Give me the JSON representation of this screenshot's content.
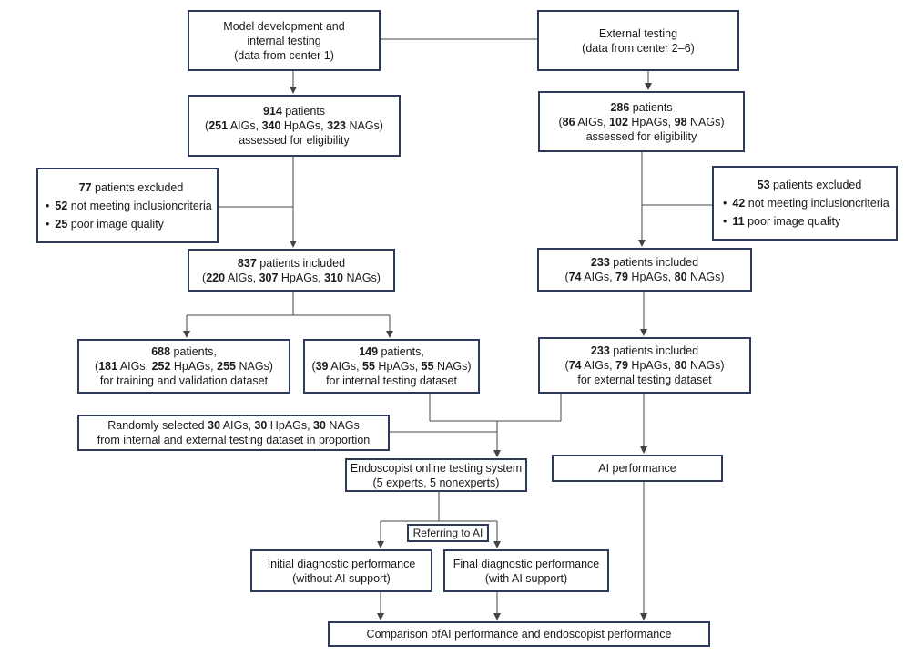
{
  "boxes": {
    "model_dev": {
      "l1": "Model development and",
      "l2": "internal testing",
      "l3": "(data from center 1)"
    },
    "external": {
      "l1": "External testing",
      "l2": "(data from center 2–6)"
    },
    "left_assessed": {
      "n": "914",
      "t1": " patients",
      "l2_a": "(",
      "aig": "251",
      "t2": " AIGs, ",
      "hp": "340",
      "t3": " HpAGs, ",
      "na": "323",
      "t4": " NAGs)",
      "l3": "assessed for eligibility"
    },
    "right_assessed": {
      "n": "286",
      "t1": " patients",
      "l2_a": "(",
      "aig": "86",
      "t2": " AIGs, ",
      "hp": "102",
      "t3": " HpAGs, ",
      "na": "98",
      "t4": " NAGs)",
      "l3": "assessed for eligibility"
    },
    "left_excluded": {
      "n": "77",
      "t1": " patients excluded",
      "b1n": "52",
      "b1t": " not meeting inclusioncriteria",
      "b2n": "25",
      "b2t": " poor image quality"
    },
    "right_excluded": {
      "n": "53",
      "t1": " patients excluded",
      "b1n": "42",
      "b1t": " not meeting inclusioncriteria",
      "b2n": "11",
      "b2t": " poor image quality"
    },
    "left_included": {
      "n": "837",
      "t1": " patients included",
      "l2_a": "(",
      "aig": "220",
      "t2": " AIGs, ",
      "hp": "307",
      "t3": " HpAGs, ",
      "na": "310",
      "t4": " NAGs)"
    },
    "right_included": {
      "n": "233",
      "t1": " patients included",
      "l2_a": "(",
      "aig": "74",
      "t2": " AIGs, ",
      "hp": "79",
      "t3": " HpAGs, ",
      "na": "80",
      "t4": " NAGs)"
    },
    "training": {
      "n": "688",
      "t1": " patients,",
      "l2_a": "(",
      "aig": "181",
      "t2": " AIGs, ",
      "hp": "252",
      "t3": " HpAGs, ",
      "na": "255",
      "t4": " NAGs)",
      "l3": "for training and validation dataset"
    },
    "internal_test": {
      "n": "149",
      "t1": " patients,",
      "l2_a": "(",
      "aig": "39",
      "t2": " AIGs, ",
      "hp": "55",
      "t3": " HpAGs, ",
      "na": "55",
      "t4": " NAGs)",
      "l3": "for internal testing dataset"
    },
    "external_test": {
      "n": "233",
      "t1": " patients included",
      "l2_a": "(",
      "aig": "74",
      "t2": " AIGs, ",
      "hp": "79",
      "t3": " HpAGs, ",
      "na": "80",
      "t4": " NAGs)",
      "l3": "for external testing dataset"
    },
    "random": {
      "t1": "Randomly selected ",
      "a": "30",
      "t2": " AIGs, ",
      "b": "30",
      "t3": " HpAGs, ",
      "c": "30",
      "t4": " NAGs",
      "l2": "from internal and external testing dataset in proportion"
    },
    "endoscopist": {
      "l1": "Endoscopist online testing system",
      "l2": "(5 experts, 5 nonexperts)"
    },
    "ai_perf": {
      "l1": "AI performance"
    },
    "referring": {
      "l1": "Referring to AI"
    },
    "initial": {
      "l1": "Initial diagnostic performance",
      "l2": "(without AI support)"
    },
    "final": {
      "l1": "Final diagnostic performance",
      "l2": "(with AI support)"
    },
    "comparison": {
      "l1": "Comparison ofAI performance and endoscopist performance"
    }
  },
  "colors": {
    "border": "#2e3a5c",
    "line": "#444444",
    "text": "#1a1a1a"
  }
}
